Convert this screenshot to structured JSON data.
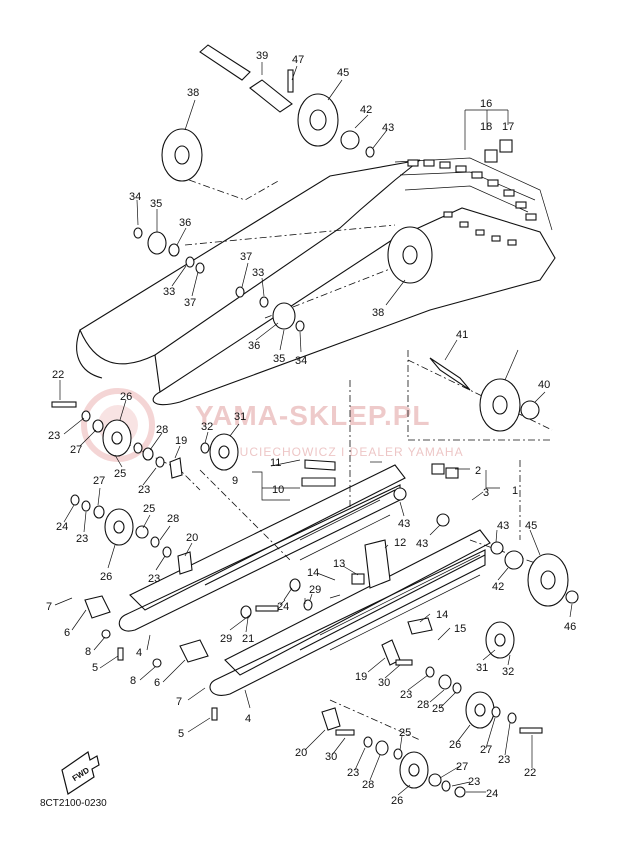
{
  "watermark": {
    "title": "YAMA-SKLEP.PL",
    "subtitle": "ŁUCIECHOWICZ I DEALER YAMAHA"
  },
  "drawing_code": "8CT2100-0230",
  "fwd_label": "FWD",
  "callouts": [
    "1",
    "2",
    "3",
    "4",
    "5",
    "6",
    "7",
    "8",
    "9",
    "10",
    "11",
    "12",
    "13",
    "14",
    "15",
    "16",
    "17",
    "18",
    "19",
    "20",
    "21",
    "22",
    "23",
    "24",
    "25",
    "26",
    "27",
    "28",
    "29",
    "30",
    "31",
    "32",
    "33",
    "34",
    "35",
    "36",
    "37",
    "38",
    "39",
    "40",
    "41",
    "42",
    "43",
    "45",
    "46",
    "47"
  ]
}
